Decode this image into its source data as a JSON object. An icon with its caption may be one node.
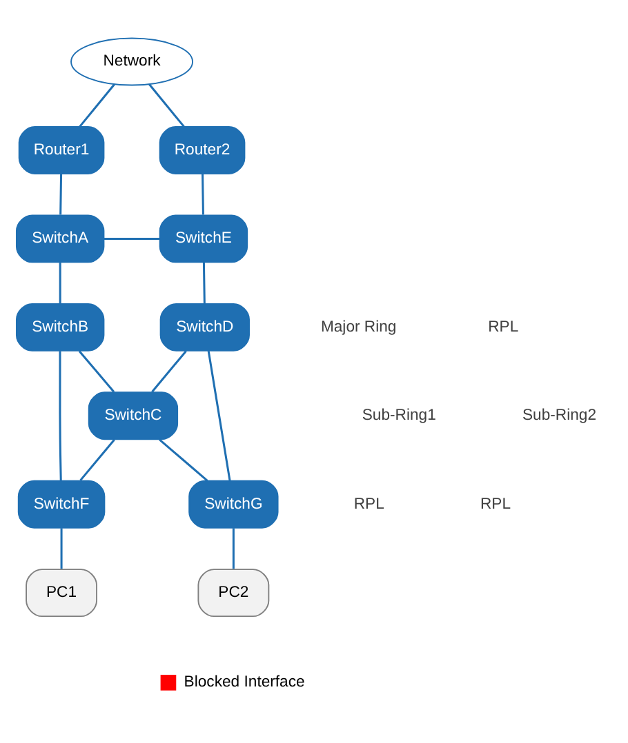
{
  "diagram": {
    "nodes": [
      {
        "text": [
          "Network"
        ]
      },
      {
        "text": [
          "Router1"
        ]
      },
      {
        "text": [
          "Router2"
        ]
      },
      {
        "text": [
          "SwitchA"
        ]
      },
      {
        "text": [
          "SwitchE"
        ]
      },
      {
        "text": [
          "SwitchB"
        ]
      },
      {
        "text": [
          "SwitchD"
        ]
      },
      {
        "text": [
          "SwitchC"
        ]
      },
      {
        "text": [
          "SwitchF"
        ]
      },
      {
        "text": [
          "SwitchG"
        ]
      },
      {
        "text": [
          "PC1"
        ]
      },
      {
        "text": [
          "PC2"
        ]
      }
    ],
    "edges": [
      {
        "from": 0,
        "to": 1,
        "arrow": "none"
      },
      {
        "from": 0,
        "to": 2,
        "arrow": "none"
      },
      {
        "from": 1,
        "to": 3,
        "arrow": "none"
      },
      {
        "from": 2,
        "to": 4,
        "arrow": "none"
      },
      {
        "from": 3,
        "to": 4,
        "arrow": "none"
      },
      {
        "from": 3,
        "to": 5,
        "arrow": "none"
      },
      {
        "from": 4,
        "to": 6,
        "arrow": "none"
      },
      {
        "from": 5,
        "to": 7,
        "arrow": "none"
      },
      {
        "from": 6,
        "to": 7,
        "arrow": "none"
      },
      {
        "from": 5,
        "to": 8,
        "arrow": "none"
      },
      {
        "from": 8,
        "to": 7,
        "arrow": "none"
      },
      {
        "from": 7,
        "to": 9,
        "arrow": "none"
      },
      {
        "from": 6,
        "to": 9,
        "arrow": "none"
      },
      {
        "from": 8,
        "to": 10,
        "arrow": "none"
      },
      {
        "from": 9,
        "to": 11,
        "arrow": "none"
      }
    ],
    "labels": [
      "Major Ring",
      "RPL",
      "Sub-Ring1",
      "Sub-Ring2",
      "RPL",
      "RPL"
    ],
    "legend": [
      {
        "text": "Blocked Interface",
        "color": "#ff0000"
      }
    ]
  }
}
